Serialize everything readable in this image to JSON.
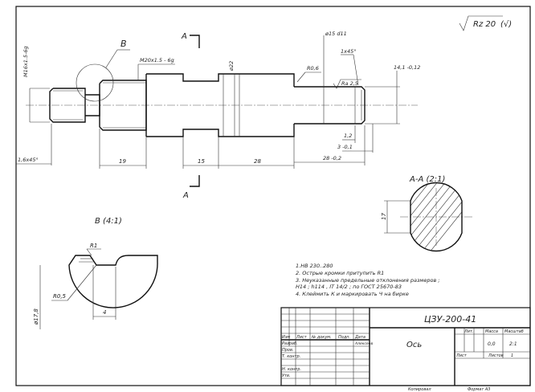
{
  "roughness": {
    "label": "Rz 20",
    "check": "(√)"
  },
  "dimensions": {
    "m16": "M16x1.5-6g",
    "m20": "M20x1.5 - 6g",
    "phi22": "ø22",
    "phi15": "ø15 d11",
    "r06": "R0,6",
    "ch1x45": "1x45°",
    "ra25": "Ra 2,5",
    "d14": "14,1 -0,12",
    "d12": "1,2",
    "d3": "3 -0,1",
    "ch16": "1,6x45°",
    "d19": "19",
    "d15": "15",
    "d28": "28",
    "d28b": "28 -0,2"
  },
  "labels": {
    "callout_b": "B",
    "section_a_top": "A",
    "section_a_bottom": "A",
    "section_aa": "A-A (2:1)",
    "section_aa_dim": "17",
    "detail_b": "B (4:1)",
    "r1": "R1",
    "r05": "R0,5",
    "d4": "4",
    "phi178": "ø17,8"
  },
  "notes": [
    "1.HB 230..280",
    "2. Острые кромки притупить R1",
    "3. Неуказанные предельные отклонения размеров ;",
    "   H14 ; h114 , IT 14/2 ; по ГОСТ 25670-83",
    "4. Клеймить К и маркировать Ч на бирке"
  ],
  "title_block": {
    "designation": "ЦЗУ-200-41",
    "name": "Ось",
    "row_headers": [
      "Изм",
      "Лист",
      "№ докум.",
      "Подп.",
      "Дата"
    ],
    "roles": [
      "Разраб.",
      "Пров.",
      "Т. контр.",
      "Н. контр.",
      "Утв."
    ],
    "razrab_name": "Алексеев",
    "col_lit": "Лит.",
    "col_mass": "Масса",
    "col_scale": "Масштаб",
    "mass_value": "0,0",
    "scale_value": "2:1",
    "sheet": "Лист",
    "sheets": "Листов",
    "sheets_value": "1",
    "copied": "Копировал",
    "format": "Формат А3"
  }
}
